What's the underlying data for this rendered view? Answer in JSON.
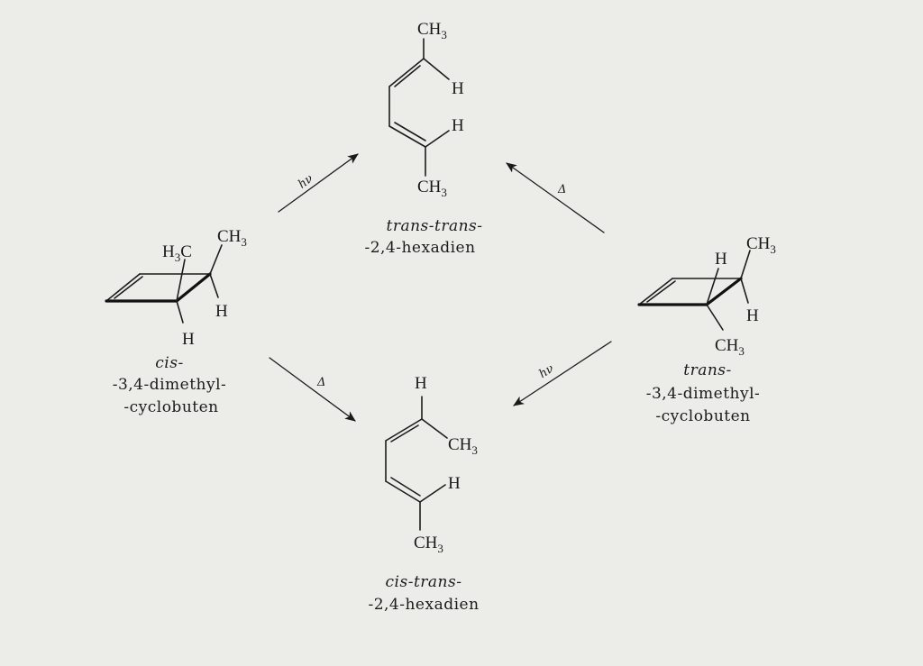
{
  "molecules": {
    "trans_trans": {
      "formula_top": "CH3",
      "h_upper": "H",
      "h_lower": "H",
      "formula_bottom": "CH3",
      "caption_line1": "trans-trans-",
      "caption_line2": "-2,4-hexadien"
    },
    "cis_trans": {
      "h_top": "H",
      "formula_right": "CH3",
      "h_mid": "H",
      "formula_bottom": "CH3",
      "caption_line1": "cis-trans-",
      "caption_line2": "-2,4-hexadien"
    },
    "cis_cyclobutene": {
      "h3c_label": "H3C",
      "ch3_label": "CH3",
      "h_right": "H",
      "h_bottom": "H",
      "caption_line1": "cis-",
      "caption_line2": "-3,4-dimethyl-",
      "caption_line3": "-cyclobuten"
    },
    "trans_cyclobutene": {
      "h_top": "H",
      "ch3_top": "CH3",
      "h_right": "H",
      "ch3_bottom": "CH3",
      "caption_line1": "trans-",
      "caption_line2": "-3,4-dimethyl-",
      "caption_line3": "-cyclobuten"
    }
  },
  "arrows": {
    "cis_to_trans_trans": "hν",
    "trans_to_trans_trans": "Δ",
    "cis_to_cis_trans": "Δ",
    "trans_to_cis_trans": "hν"
  }
}
